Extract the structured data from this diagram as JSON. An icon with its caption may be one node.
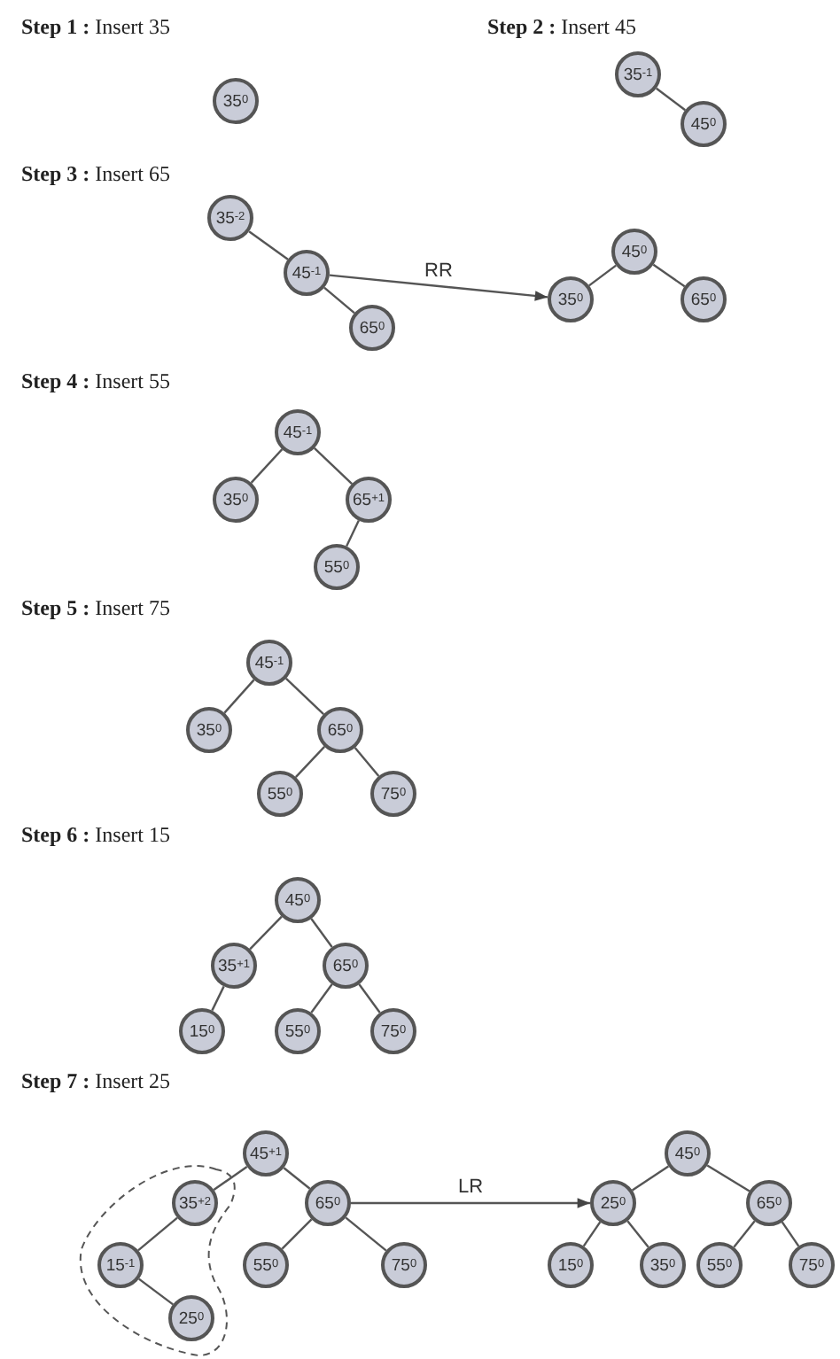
{
  "diagram": {
    "nodes": [
      {
        "text": [
          "35$^{0}$"
        ]
      },
      {
        "text": [
          "35$^{-1}$"
        ]
      },
      {
        "text": [
          "45$^{0}$"
        ]
      },
      {
        "text": [
          "35$^{-2}$"
        ]
      },
      {
        "text": [
          "45$^{-1}$"
        ]
      },
      {
        "text": [
          "65$^{0}$"
        ]
      },
      {
        "text": [
          "45$^{0}$"
        ]
      },
      {
        "text": [
          "35$^{0}$"
        ]
      },
      {
        "text": [
          "65$^{0}$"
        ]
      },
      {
        "text": [
          "45$^{-1}$"
        ]
      },
      {
        "text": [
          "35$^{0}$"
        ]
      },
      {
        "text": [
          "65$^{+1}$"
        ]
      },
      {
        "text": [
          "55$^{0}$"
        ]
      },
      {
        "text": [
          "45$^{-1}$"
        ]
      },
      {
        "text": [
          "35$^{0}$"
        ]
      },
      {
        "text": [
          "65$^{0}$"
        ]
      },
      {
        "text": [
          "55$^{0}$"
        ]
      },
      {
        "text": [
          "75$^{0}$"
        ]
      },
      {
        "text": [
          "45$^{0}$"
        ]
      },
      {
        "text": [
          "35$^{+1}$"
        ]
      },
      {
        "text": [
          "65$^{0}$"
        ]
      },
      {
        "text": [
          "15$^{0}$"
        ]
      },
      {
        "text": [
          "55$^{0}$"
        ]
      },
      {
        "text": [
          "75$^{0}$"
        ]
      },
      {
        "text": [
          "45$^{+1}$"
        ]
      },
      {
        "text": [
          "35$^{+2}$"
        ]
      },
      {
        "text": [
          "65$^{0}$"
        ]
      },
      {
        "text": [
          "15$^{-1}$"
        ]
      },
      {
        "text": [
          "55$^{0}$"
        ]
      },
      {
        "text": [
          "75$^{0}$"
        ]
      },
      {
        "text": [
          "25$^{0}$"
        ]
      },
      {
        "text": [
          "45$^{0}$"
        ]
      },
      {
        "text": [
          "25$^{0}$"
        ]
      },
      {
        "text": [
          "65$^{0}$"
        ]
      },
      {
        "text": [
          "15$^{0}$"
        ]
      },
      {
        "text": [
          "35$^{0}$"
        ]
      },
      {
        "text": [
          "55$^{0}$"
        ]
      },
      {
        "text": [
          "75$^{0}$"
        ]
      }
    ],
    "edges": [
      {
        "from": 1,
        "to": 2,
        "arrow": "none"
      },
      {
        "from": 3,
        "to": 4,
        "arrow": "none"
      },
      {
        "from": 4,
        "to": 5,
        "arrow": "none"
      },
      {
        "from": 4,
        "to": 7,
        "arrow": "to",
        "label": "RR"
      },
      {
        "from": 6,
        "to": 7,
        "arrow": "none"
      },
      {
        "from": 6,
        "to": 8,
        "arrow": "none"
      },
      {
        "from": 9,
        "to": 10,
        "arrow": "none"
      },
      {
        "from": 9,
        "to": 11,
        "arrow": "none"
      },
      {
        "from": 11,
        "to": 12,
        "arrow": "none"
      },
      {
        "from": 13,
        "to": 14,
        "arrow": "none"
      },
      {
        "from": 13,
        "to": 15,
        "arrow": "none"
      },
      {
        "from": 15,
        "to": 16,
        "arrow": "none"
      },
      {
        "from": 15,
        "to": 17,
        "arrow": "none"
      },
      {
        "from": 18,
        "to": 19,
        "arrow": "none"
      },
      {
        "from": 18,
        "to": 20,
        "arrow": "none"
      },
      {
        "from": 19,
        "to": 21,
        "arrow": "none"
      },
      {
        "from": 20,
        "to": 22,
        "arrow": "none"
      },
      {
        "from": 20,
        "to": 23,
        "arrow": "none"
      },
      {
        "from": 24,
        "to": 25,
        "arrow": "none"
      },
      {
        "from": 24,
        "to": 26,
        "arrow": "none"
      },
      {
        "from": 25,
        "to": 27,
        "arrow": "none"
      },
      {
        "from": 27,
        "to": 30,
        "arrow": "none"
      },
      {
        "from": 26,
        "to": 28,
        "arrow": "none"
      },
      {
        "from": 26,
        "to": 29,
        "arrow": "none"
      },
      {
        "from": 26,
        "to": 32,
        "arrow": "to",
        "label": "LR"
      },
      {
        "from": 31,
        "to": 32,
        "arrow": "none"
      },
      {
        "from": 31,
        "to": 33,
        "arrow": "none"
      },
      {
        "from": 32,
        "to": 34,
        "arrow": "none"
      },
      {
        "from": 32,
        "to": 35,
        "arrow": "none"
      },
      {
        "from": 33,
        "to": 36,
        "arrow": "none"
      },
      {
        "from": 33,
        "to": 37,
        "arrow": "none"
      }
    ],
    "labels": [
      "**Step 1 :** Insert 35",
      "**Step 2 :** Insert 45",
      "**Step 3 :** Insert 65",
      "**Step 4 :** Insert 55",
      "**Step 5 :** Insert 75",
      "**Step 6 :** Insert 15",
      "**Step 7 :** Insert 25"
    ]
  }
}
